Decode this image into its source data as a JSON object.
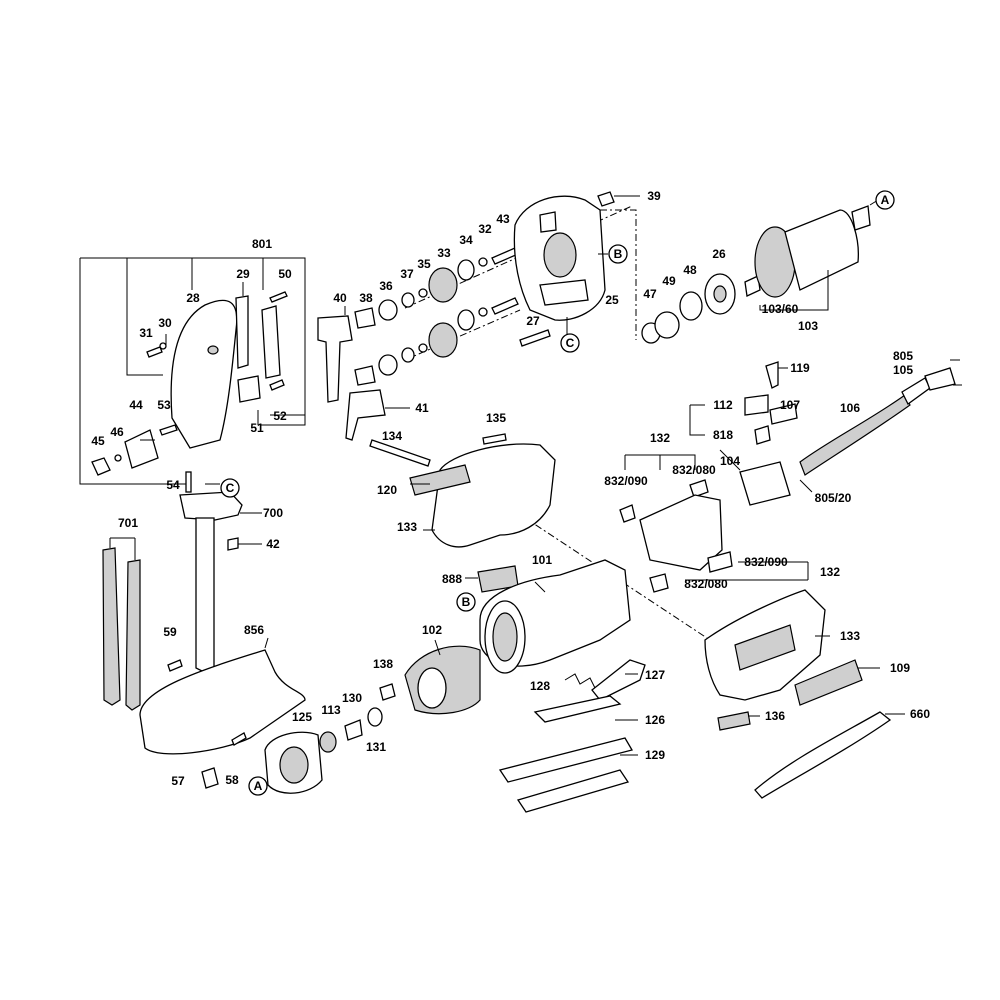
{
  "labels": {
    "l801": "801",
    "l29": "29",
    "l50": "50",
    "l28": "28",
    "l30": "30",
    "l31": "31",
    "l53": "53",
    "l44": "44",
    "l46": "46",
    "l45": "45",
    "l51": "51",
    "l52": "52",
    "l54": "54",
    "l700": "700",
    "l42": "42",
    "l701": "701",
    "l59": "59",
    "l856": "856",
    "l57": "57",
    "l58": "58",
    "l40": "40",
    "l38": "38",
    "l36": "36",
    "l37": "37",
    "l35": "35",
    "l33": "33",
    "l34": "34",
    "l32": "32",
    "l43": "43",
    "l39": "39",
    "l25": "25",
    "l27": "27",
    "l41": "41",
    "l47": "47",
    "l49": "49",
    "l48": "48",
    "l26": "26",
    "l103_60": "103/60",
    "l103": "103",
    "l134": "134",
    "l135": "135",
    "l120": "120",
    "l133a": "133",
    "l888": "888",
    "l101": "101",
    "l102": "102",
    "l138": "138",
    "l130": "130",
    "l113": "113",
    "l131": "131",
    "l125": "125",
    "l128": "128",
    "l127": "127",
    "l126": "126",
    "l129": "129",
    "l119": "119",
    "l112": "112",
    "l107": "107",
    "l818": "818",
    "l132a": "132",
    "l832_090a": "832/090",
    "l832_080a": "832/080",
    "l104": "104",
    "l106": "106",
    "l805": "805",
    "l105": "105",
    "l805_20": "805/20",
    "l832_090b": "832/090",
    "l832_080b": "832/080",
    "l132b": "132",
    "l133b": "133",
    "l109": "109",
    "l136": "136",
    "l660": "660"
  },
  "markers": {
    "A1": "A",
    "A2": "A",
    "B1": "B",
    "B2": "B",
    "C1": "C",
    "C2": "C"
  }
}
